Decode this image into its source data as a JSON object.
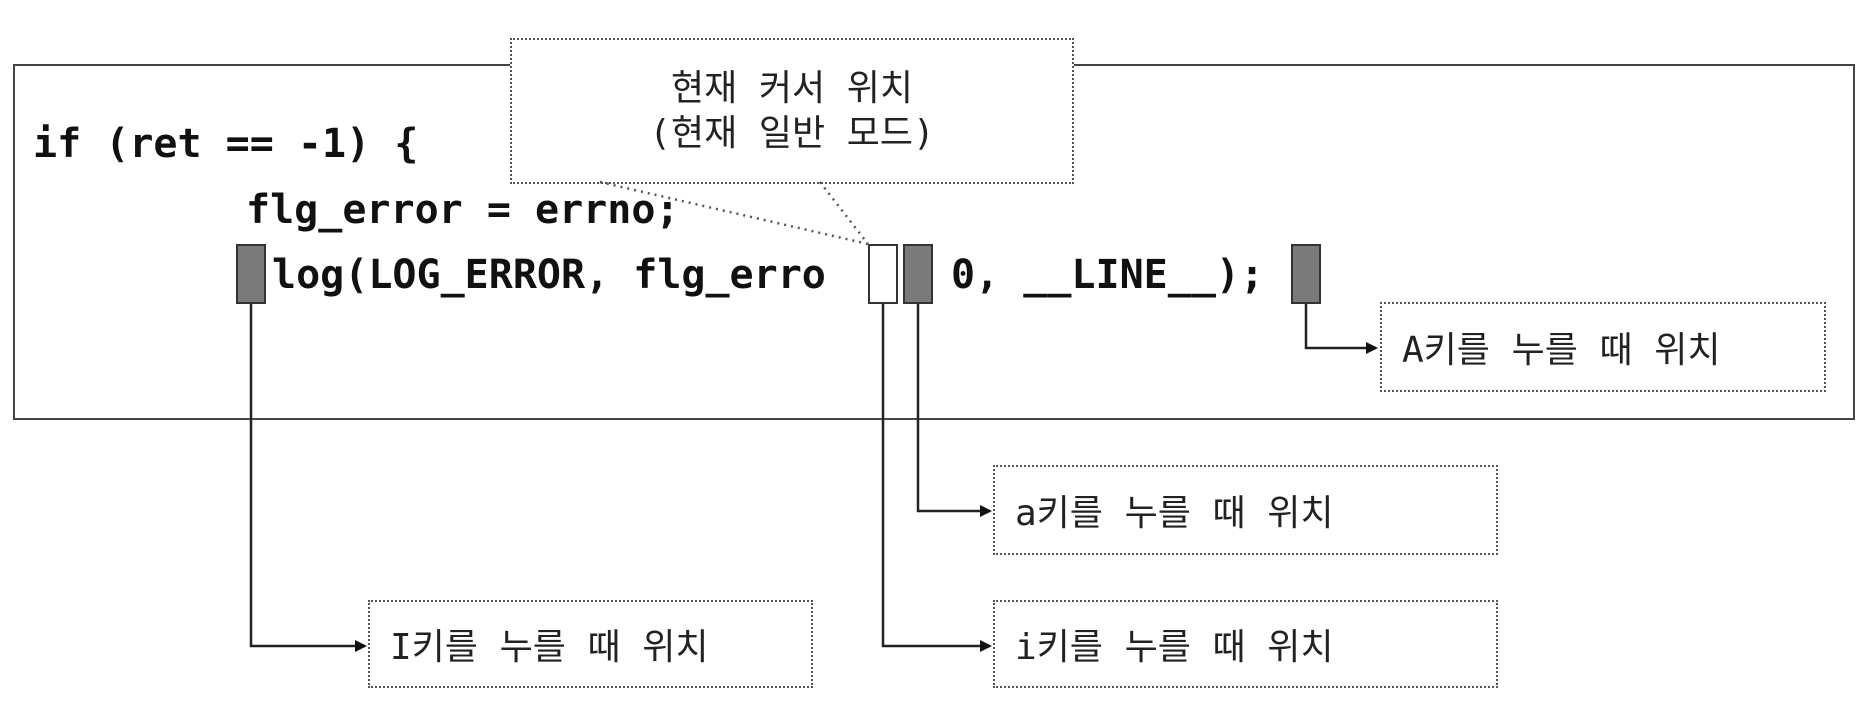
{
  "code": {
    "line1": "if (ret == -1) {",
    "line2": "flg_error = errno;",
    "line3_before_cursor": "log(LOG_ERROR, flg_erro",
    "line3_after_cursor": "0, __LINE__);"
  },
  "callouts": {
    "current_cursor_line1": "현재 커서 위치",
    "current_cursor_line2": "(현재 일반 모드)",
    "A_key": "A키를 누를 때 위치",
    "a_key": "a키를 누를 때 위치",
    "I_key": "I키를 누를 때 위치",
    "i_key": "i키를 누를 때 위치"
  },
  "colors": {
    "cursor_marker_fill": "#7a7a7a",
    "current_cursor_fill": "#ffffff",
    "line_color": "#222222"
  }
}
